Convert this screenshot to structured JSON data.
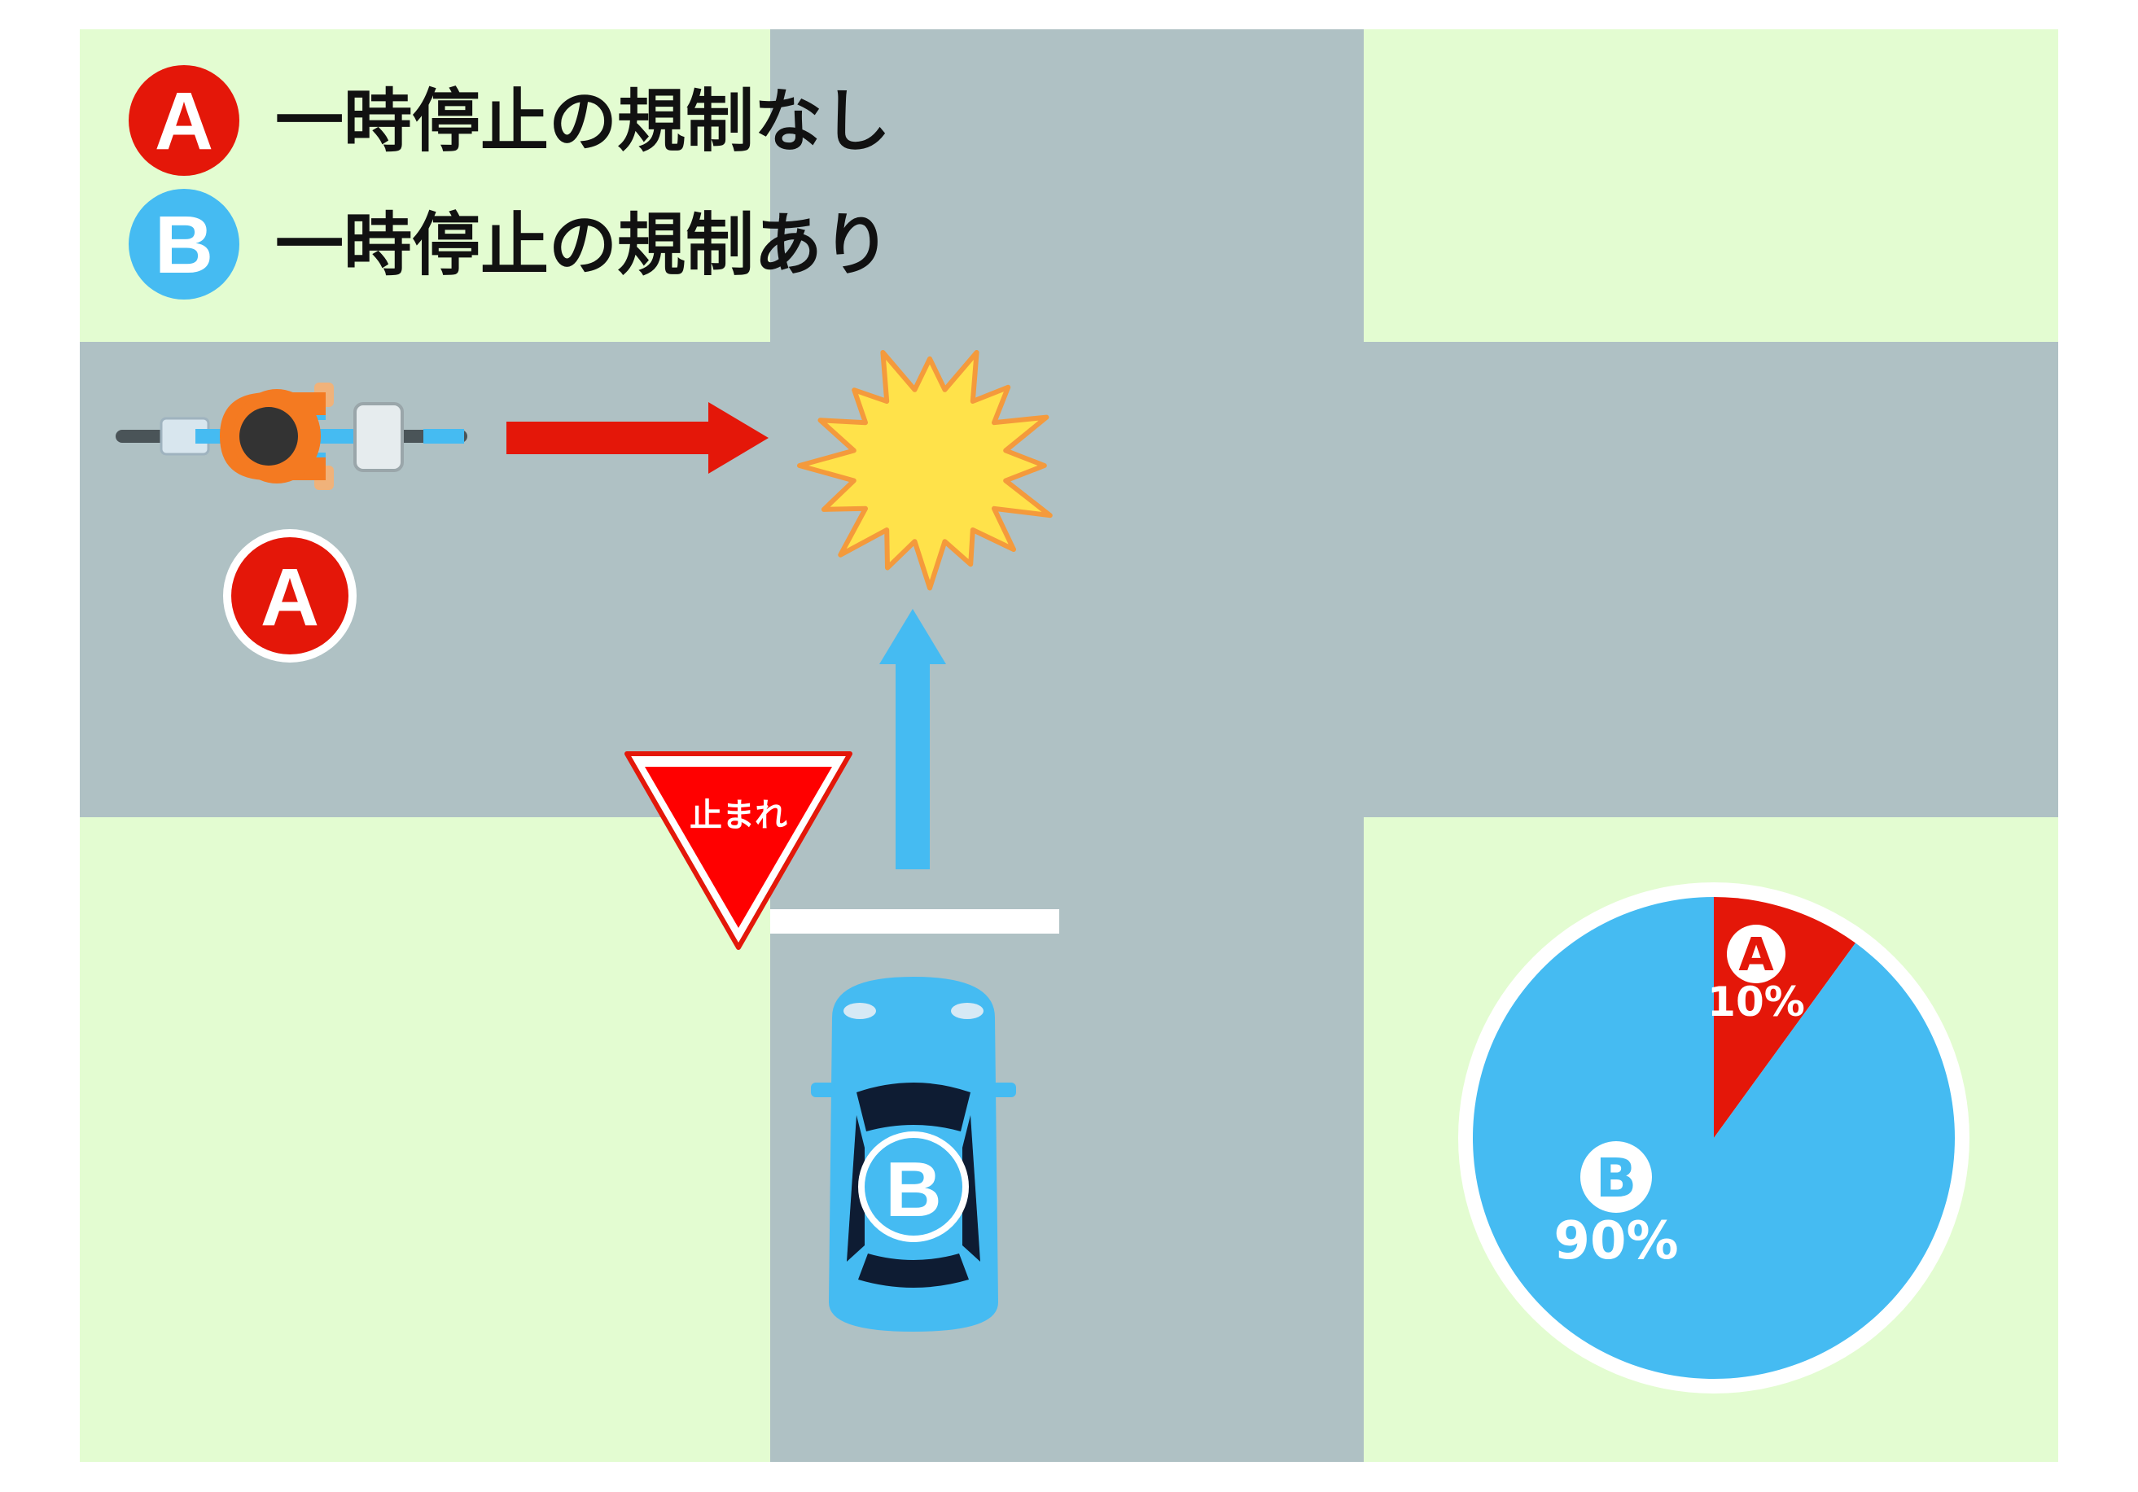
{
  "legend": {
    "a": {
      "badge": "A",
      "text": "一時停止の規制なし"
    },
    "b": {
      "badge": "B",
      "text": "一時停止の規制あり"
    }
  },
  "bicycle_label": "A",
  "car_label": "B",
  "stop_sign_text": "止まれ",
  "chart_data": {
    "type": "pie",
    "categories": [
      "A",
      "B"
    ],
    "values": [
      10,
      90
    ],
    "labels": [
      "10%",
      "90%"
    ],
    "colors": [
      "#e41709",
      "#45bbf2"
    ]
  },
  "colors": {
    "grass": "#e3fcd1",
    "road": "#afc1c4",
    "red": "#e41709",
    "blue": "#45bbf2",
    "explosion_fill": "#ffe24a",
    "explosion_stroke": "#f49a3c"
  },
  "icons": {
    "explosion": "collision-burst-icon",
    "bicycle": "bicycle-rider-icon",
    "car": "car-top-view-icon",
    "stop_sign": "stop-sign-icon",
    "arrow_a": "arrow-right-icon",
    "arrow_b": "arrow-up-icon"
  }
}
